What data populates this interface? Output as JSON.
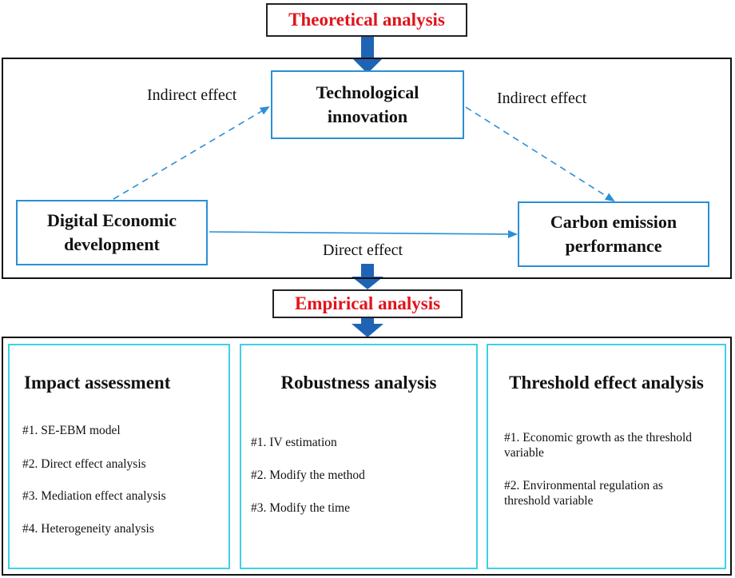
{
  "theoretical_title": "Theoretical analysis",
  "empirical_title": "Empirical analysis",
  "accent_title_color": "#e0141c",
  "node_border_color": "#2a8fd6",
  "arrow_color": "#1f63b5",
  "panel_border_color": "#3fd0e6",
  "nodes": {
    "technological_innovation": [
      "Technological",
      "innovation"
    ],
    "digital_economic": [
      "Digital Economic",
      "development"
    ],
    "carbon_emission": [
      "Carbon emission",
      "performance"
    ]
  },
  "edges": {
    "indirect_left": "Indirect effect",
    "indirect_right": "Indirect effect",
    "direct": "Direct effect"
  },
  "panels": [
    {
      "title": "Impact assessment",
      "items": [
        "#1. SE-EBM model",
        "#2. Direct effect analysis",
        "#3. Mediation effect analysis",
        "#4. Heterogeneity analysis"
      ]
    },
    {
      "title": "Robustness analysis",
      "items": [
        "#1. IV estimation",
        "#2. Modify the method",
        "#3. Modify the time"
      ]
    },
    {
      "title": "Threshold effect analysis",
      "items": [
        "#1. Economic growth as the threshold variable",
        "#2. Environmental regulation as threshold variable"
      ]
    }
  ]
}
